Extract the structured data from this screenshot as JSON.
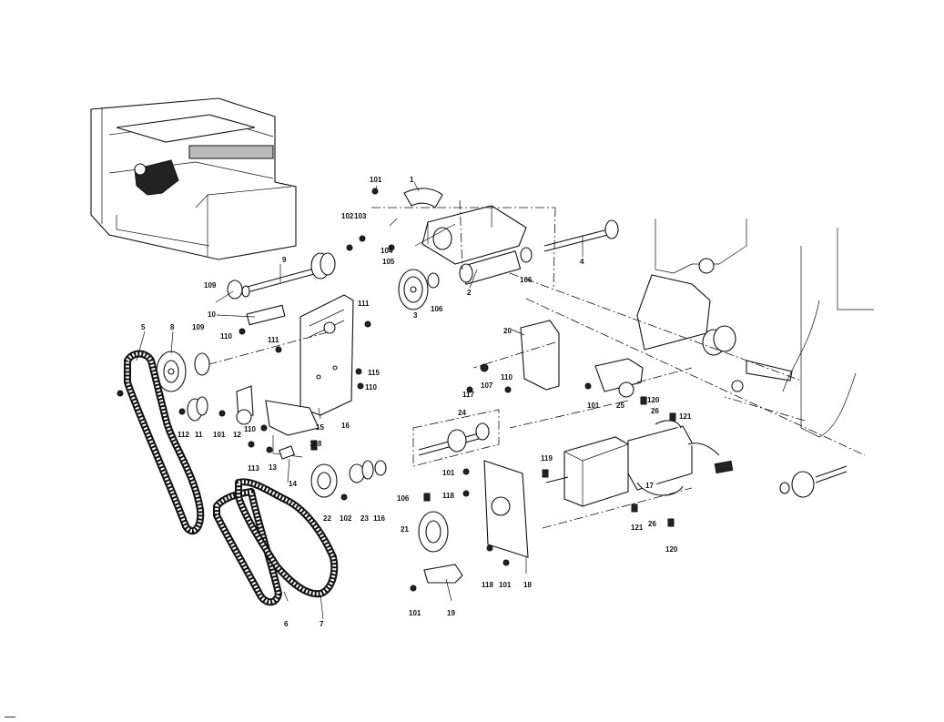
{
  "callouts": [
    "1",
    "2",
    "3",
    "4",
    "5",
    "6",
    "7",
    "8",
    "9",
    "10",
    "11",
    "12",
    "13",
    "14",
    "15",
    "16",
    "17",
    "18",
    "19",
    "20",
    "21",
    "22",
    "23",
    "24",
    "25",
    "26",
    "101",
    "102",
    "103",
    "104",
    "105",
    "106",
    "107",
    "108",
    "109",
    "110",
    "111",
    "112",
    "113",
    "115",
    "116",
    "117",
    "118",
    "119",
    "120",
    "121"
  ],
  "colors": {
    "ink": "#111111",
    "paper": "#ffffff",
    "shade": "#bbbbbb"
  }
}
